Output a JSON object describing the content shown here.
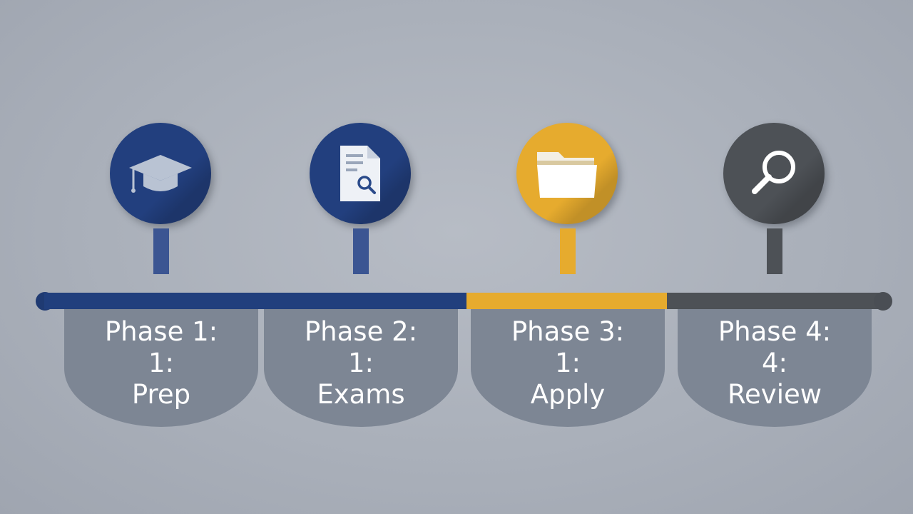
{
  "colors": {
    "blue": "#223f7e",
    "gold": "#e6ab2e",
    "charcoal": "#4d5156",
    "tab": "#7d8694",
    "background": "#aab0ba"
  },
  "phases": [
    {
      "title": "Phase 1:",
      "number": "1:",
      "name": "Prep",
      "icon": "graduation-cap-icon",
      "color": "#223f7e"
    },
    {
      "title": "Phase 2:",
      "number": "1:",
      "name": "Exams",
      "icon": "document-search-icon",
      "color": "#223f7e"
    },
    {
      "title": "Phase 3:",
      "number": "1:",
      "name": "Apply",
      "icon": "folder-icon",
      "color": "#e6ab2e"
    },
    {
      "title": "Phase 4:",
      "number": "4:",
      "name": "Review",
      "icon": "magnifier-icon",
      "color": "#4d5156"
    }
  ]
}
